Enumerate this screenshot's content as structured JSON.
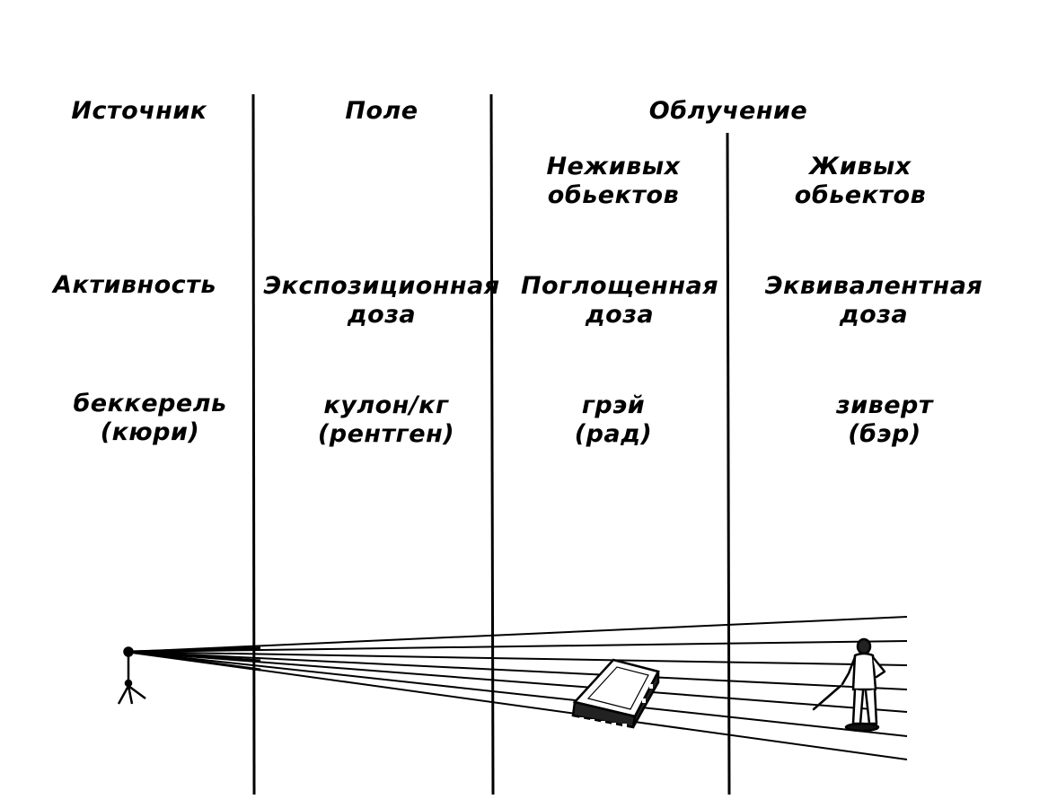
{
  "headers": {
    "source": "Источник",
    "field": "Поле",
    "irradiation": "Облучение",
    "nonliving": [
      "Неживых",
      "обьектов"
    ],
    "living": [
      "Живых",
      "обьектов"
    ]
  },
  "quantities": {
    "source": [
      "Активность"
    ],
    "field": [
      "Экспозиционная",
      "доза"
    ],
    "nonliving": [
      "Поглощенная",
      "доза"
    ],
    "living": [
      "Эквивалентная",
      "доза"
    ]
  },
  "units": {
    "source": [
      "беккерель",
      "(кюри)"
    ],
    "field": [
      "кулон/кг",
      "(рентген)"
    ],
    "nonliving": [
      "грэй",
      "(рад)"
    ],
    "living": [
      "зиверт",
      "(бэр)"
    ]
  },
  "colors": {
    "ink": "#000000",
    "background": "#ffffff"
  },
  "icons": {
    "source": "point-source-on-tripod-icon",
    "nonliving": "flat-slab-object-icon",
    "living": "person-figure-icon"
  }
}
